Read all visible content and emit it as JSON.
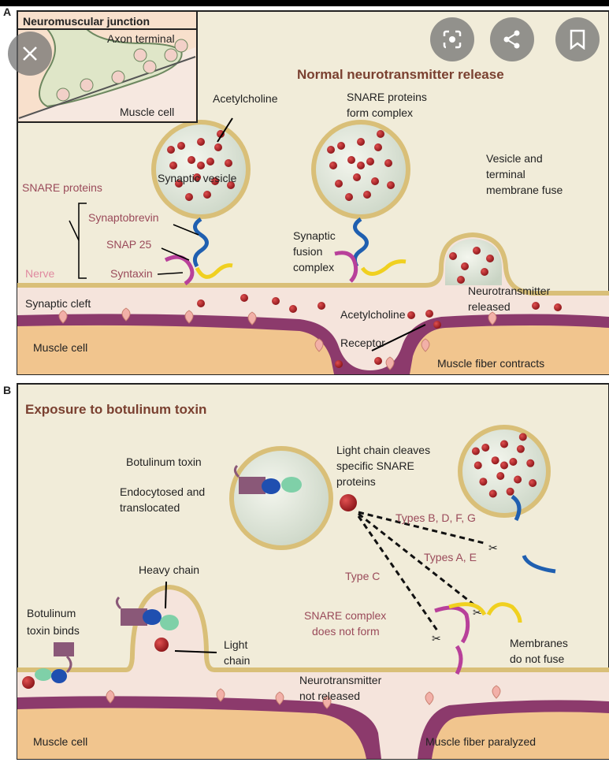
{
  "panel_a": {
    "letter": "A",
    "inset_title": "Neuromuscular junction",
    "inset_axon": "Axon terminal",
    "inset_muscle": "Muscle cell",
    "title": "Normal neurotransmitter release",
    "acetylcholine": "Acetylcholine",
    "snare_form_1": "SNARE proteins",
    "snare_form_2": "form complex",
    "synaptic_vesicle": "Synaptic vesicle",
    "snare_proteins": "SNARE proteins",
    "synaptobrevin": "Synaptobrevin",
    "snap25": "SNAP 25",
    "syntaxin": "Syntaxin",
    "nerve": "Nerve",
    "synaptic_cleft": "Synaptic cleft",
    "muscle_cell": "Muscle cell",
    "fuse_1": "Vesicle and",
    "fuse_2": "terminal",
    "fuse_3": "membrane fuse",
    "fusion_1": "Synaptic",
    "fusion_2": "fusion",
    "fusion_3": "complex",
    "released_1": "Neurotransmitter",
    "released_2": "released",
    "acetylcholine_2": "Acetylcholine",
    "receptor": "Receptor",
    "contracts": "Muscle fiber contracts"
  },
  "panel_b": {
    "letter": "B",
    "title": "Exposure to botulinum toxin",
    "toxin": "Botulinum toxin",
    "endo_1": "Endocytosed and",
    "endo_2": "translocated",
    "cleaves_1": "Light chain cleaves",
    "cleaves_2": "specific SNARE",
    "cleaves_3": "proteins",
    "types_bdfg": "Types B, D, F, G",
    "types_ae": "Types A, E",
    "type_c": "Type C",
    "heavy_chain": "Heavy chain",
    "binds_1": "Botulinum",
    "binds_2": "toxin binds",
    "snare_nf_1": "SNARE complex",
    "snare_nf_2": "does not form",
    "light_1": "Light",
    "light_2": "chain",
    "nofuse_1": "Membranes",
    "nofuse_2": "do not fuse",
    "notrel_1": "Neurotransmitter",
    "notrel_2": "not released",
    "muscle_cell": "Muscle cell",
    "paralyzed": "Muscle fiber paralyzed"
  },
  "overlay": {
    "buttons": [
      "close-icon",
      "lens-icon",
      "share-icon",
      "bookmark-icon"
    ]
  },
  "colors": {
    "background": "#f1ecd9",
    "membrane": "#d9bf78",
    "muscle_band": "#8c3a6c",
    "muscle": "#f1c58e",
    "cleft": "#f5e4dc",
    "dot": "#a81e22"
  }
}
